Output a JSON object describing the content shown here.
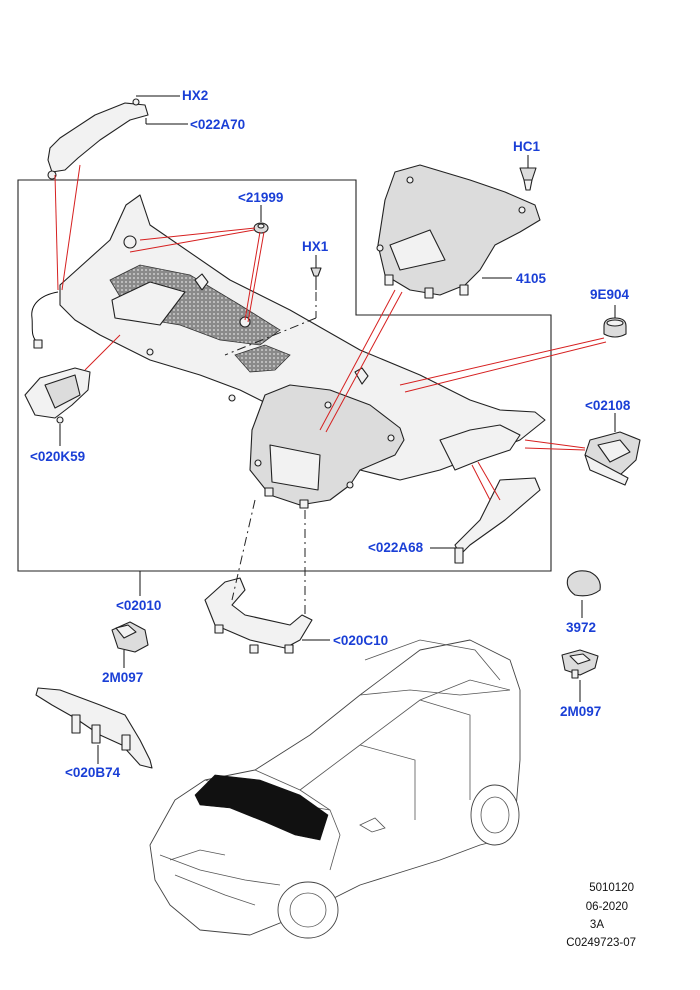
{
  "callouts": {
    "hx2": "HX2",
    "c022a70": "<022A70",
    "c21999": "<21999",
    "hx1": "HX1",
    "hc1": "HC1",
    "c4105": "4105",
    "c9e904": "9E904",
    "c02108": "<02108",
    "c020k59": "<020K59",
    "c022a68": "<022A68",
    "c02010": "<02010",
    "c3972": "3972",
    "c020c10": "<020C10",
    "c2m097_left": "2M097",
    "c2m097_right": "2M097",
    "c020b74": "<020B74"
  },
  "meta": {
    "line1": "5010120",
    "line2": "06-2020",
    "line3": "3A",
    "line4": "C0249723-07"
  },
  "colors": {
    "callout": "#1a3fd6",
    "leader_red": "#d62020",
    "line": "#222222"
  }
}
